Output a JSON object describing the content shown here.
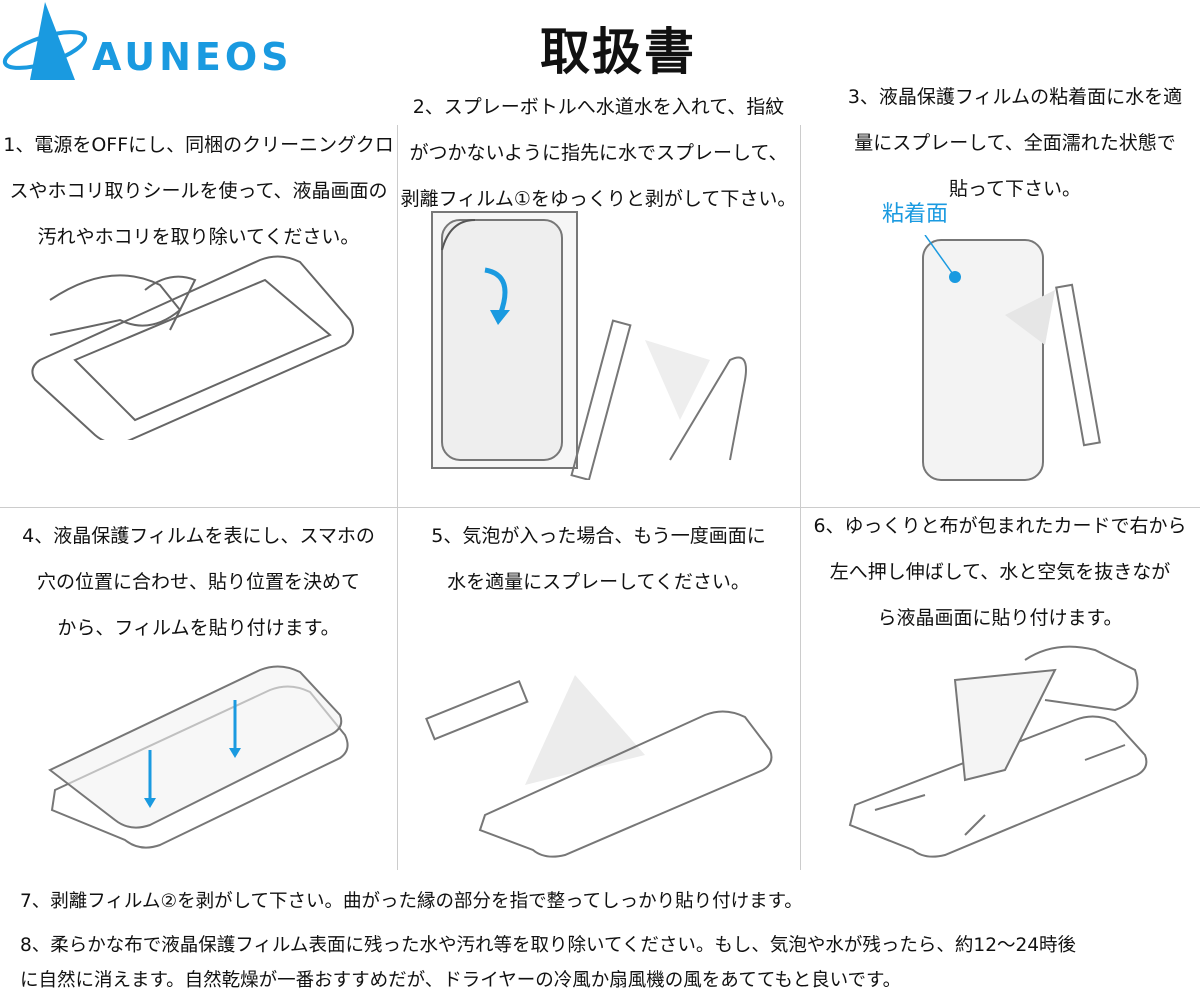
{
  "brand": {
    "name": "AUNEOS",
    "color": "#1a9ae0"
  },
  "title": "取扱書",
  "steps": [
    {
      "lines": [
        "1、電源をOFFにし、同梱のクリーニングクロ",
        "スやホコリ取りシールを使って、液晶画面の",
        "汚れやホコリを取り除いてください。"
      ]
    },
    {
      "lines": [
        "2、スプレーボトルへ水道水を入れて、指紋",
        "がつかないように指先に水でスプレーして、",
        "剥離フィルム①をゆっくりと剥がして下さい。"
      ]
    },
    {
      "lines": [
        "3、液晶保護フィルムの粘着面に水を適",
        "量にスプレーして、全面濡れた状態で",
        "貼って下さい。"
      ],
      "callout": "粘着面"
    },
    {
      "lines": [
        "4、液晶保護フィルムを表にし、スマホの",
        "穴の位置に合わせ、貼り位置を決めて",
        "から、フィルムを貼り付けます。"
      ]
    },
    {
      "lines": [
        "5、気泡が入った場合、もう一度画面に",
        "水を適量にスプレーしてください。"
      ]
    },
    {
      "lines": [
        "6、ゆっくりと布が包まれたカードで右から",
        "左へ押し伸ばして、水と空気を抜きなが",
        "ら液晶画面に貼り付けます。"
      ]
    }
  ],
  "footer": [
    "7、剥離フィルム②を剥がして下さい。曲がった縁の部分を指で整ってしっかり貼り付けます。",
    "8、柔らかな布で液晶保護フィルム表面に残った水や汚れ等を取り除いてください。もし、気泡や水が残ったら、約12～24時後",
    "に自然に消えます。自然乾燥が一番おすすめだが、ドライヤーの冷風か扇風機の風をあててもと良いです。"
  ]
}
